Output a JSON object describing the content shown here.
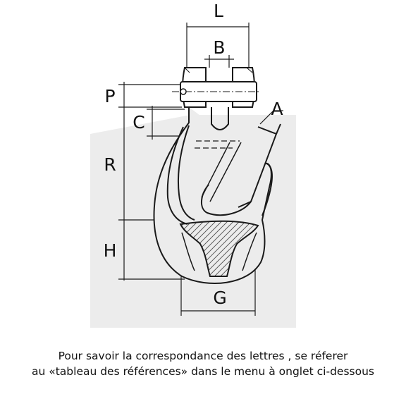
{
  "colors": {
    "background_panel": "#ececec",
    "line": "#1a1a1a",
    "text": "#111111"
  },
  "labels": {
    "L": "L",
    "B": "B",
    "P": "P",
    "C": "C",
    "A": "A",
    "R": "R",
    "H": "H",
    "G": "G"
  },
  "caption": {
    "line1": "Pour savoir la correspondance des lettres , se réferer",
    "line2": "au «tableau des références» dans le menu à onglet ci-dessous"
  }
}
